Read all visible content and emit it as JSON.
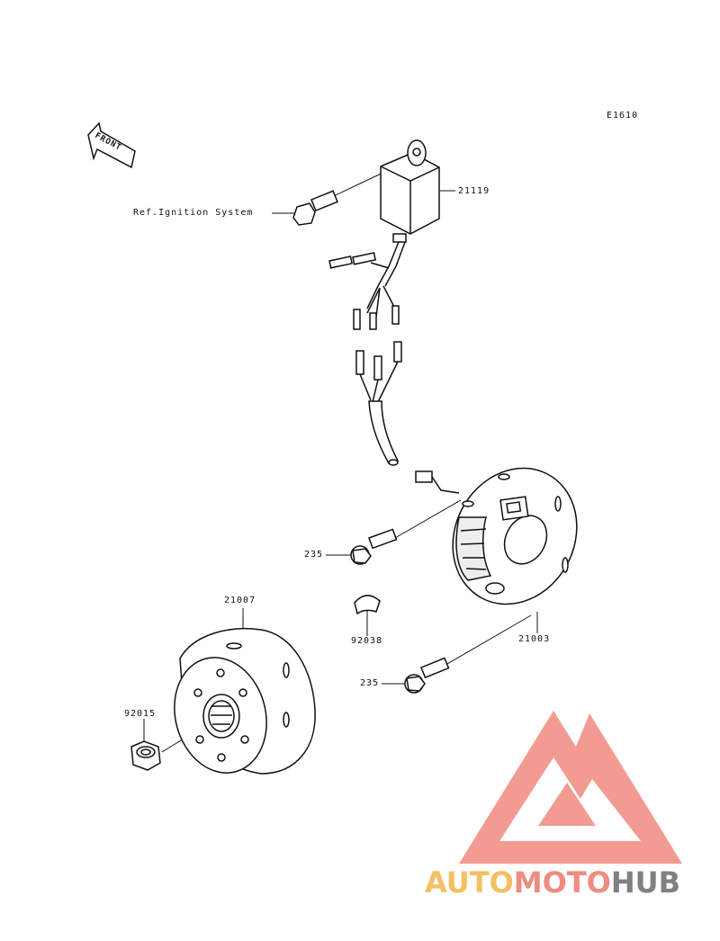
{
  "diagram": {
    "code": "E1610",
    "front_label": "FRONT",
    "reference": "Ref.Ignition System",
    "parts": {
      "cdi_unit": "21119",
      "stator": "21003",
      "flywheel": "21007",
      "nut": "92015",
      "key": "92038",
      "bolt_upper": "235",
      "bolt_lower": "235"
    }
  },
  "watermark": {
    "brand_part1": "AUTO",
    "brand_part2": "MOTO",
    "brand_part3": "HUB",
    "colors": {
      "part1": "#f5c062",
      "part2": "#f08c80",
      "part3": "#808080",
      "triangle": "#f07a6e"
    }
  }
}
